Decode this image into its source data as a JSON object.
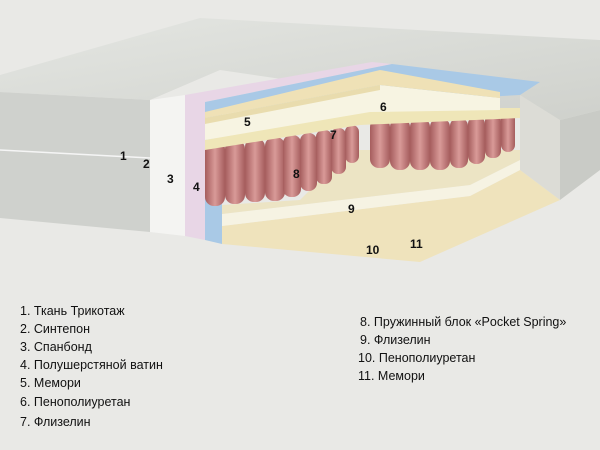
{
  "callouts": [
    "1",
    "2",
    "3",
    "4",
    "5",
    "6",
    "7",
    "8",
    "9",
    "10",
    "11"
  ],
  "legend_left": [
    "1. Ткань Трикотаж",
    "2. Синтепон",
    "3. Спанбонд",
    "4. Полушерстяной ватин",
    "5. Мемори",
    "6. Пенополиуретан",
    "7. Флизелин"
  ],
  "legend_right": [
    "8. Пружинный блок «Pocket Spring»",
    "9. Флизелин",
    "10. Пенополиуретан",
    "11. Мемори"
  ],
  "colors": {
    "background": "#e9e9e6",
    "cover": "#d8dad6",
    "sintepon": "#f4f4f2",
    "spanbond": "#e8d6e6",
    "wool": "#a9c9e6",
    "memory": "#f1e6c0",
    "foam": "#f6f3e3",
    "spring": "#c98585"
  }
}
